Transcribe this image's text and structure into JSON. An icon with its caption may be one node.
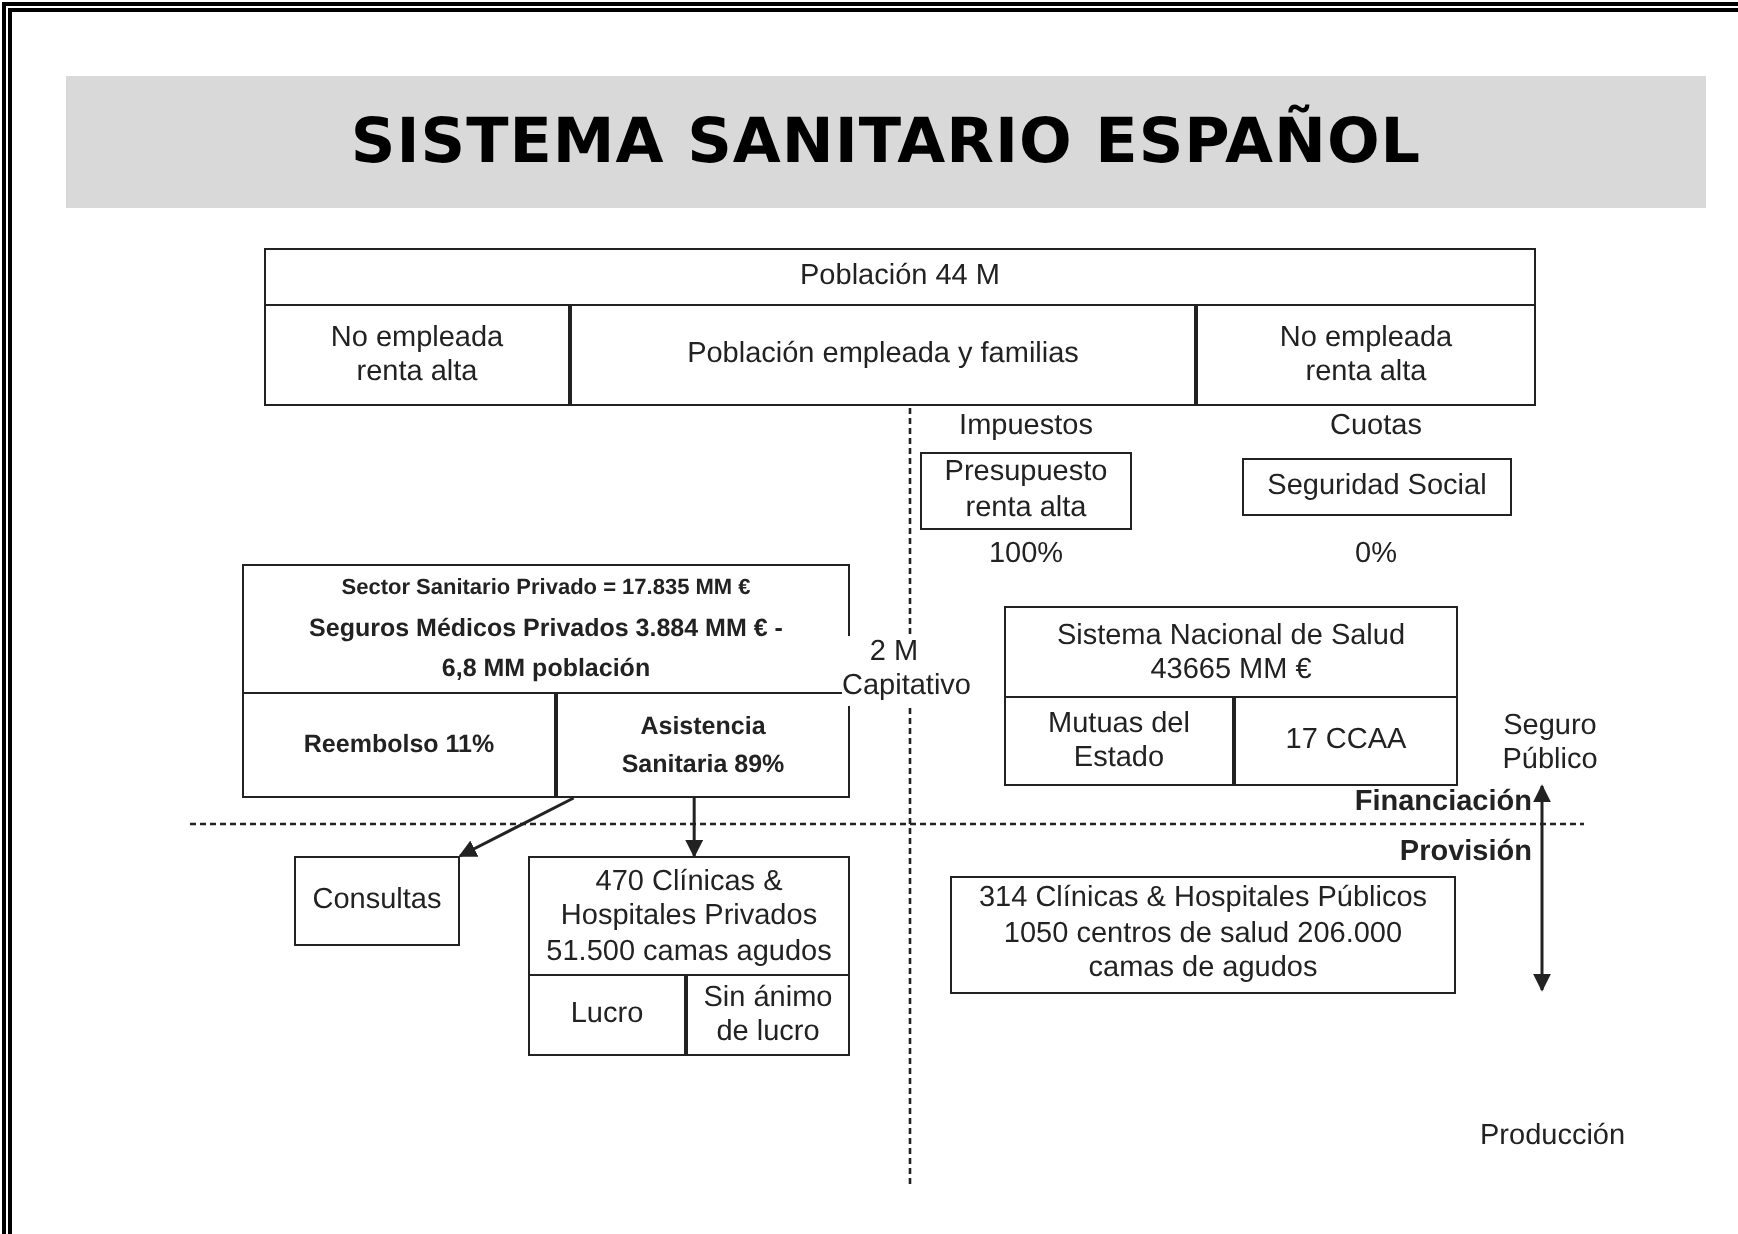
{
  "diagram": {
    "title": "SISTEMA SANITARIO ESPAÑOL",
    "nodes": [
      {
        "text": [
          "Población 44 M"
        ]
      },
      {
        "text": [
          "No empleada renta alta"
        ],
        "in": 0
      },
      {
        "text": [
          "Población empleada y familias"
        ],
        "in": 0
      },
      {
        "text": [
          "No empleada renta alta"
        ],
        "in": 0
      },
      {
        "text": [
          "Presupuesto renta alta"
        ]
      },
      {
        "text": [
          "Seguridad Social"
        ]
      },
      {
        "text": [
          "Sector Sanitario Privado = 17.835 MM €",
          "Seguros Médicos Privados 3.884 MM € - 6,8 MM población"
        ]
      },
      {
        "text": [
          "Reembolso 11%"
        ],
        "in": 6
      },
      {
        "text": [
          "Asistencia Sanitaria 89%"
        ],
        "in": 6
      },
      {
        "text": [
          "Sistema Nacional de Salud 43665 MM €"
        ]
      },
      {
        "text": [
          "Mutuas del Estado"
        ],
        "in": 9
      },
      {
        "text": [
          "17 CCAA"
        ],
        "in": 9
      },
      {
        "text": [
          "Consultas"
        ]
      },
      {
        "text": [
          "470 Clínicas & Hospitales Privados 51.500 camas agudos"
        ]
      },
      {
        "text": [
          "Lucro"
        ],
        "in": 13
      },
      {
        "text": [
          "Sin ánimo de lucro"
        ],
        "in": 13
      },
      {
        "text": [
          "314 Clínicas & Hospitales Públicos 1050 centros de salud 206.000 camas de agudos"
        ]
      }
    ],
    "edges": [
      {
        "from": 8,
        "to": 12,
        "arrow": "to"
      },
      {
        "from": 8,
        "to": 13,
        "arrow": "to"
      }
    ],
    "labels": [
      "Impuestos",
      "Cuotas",
      "100%",
      "0%",
      "2 M Capitativo",
      "Seguro Público",
      "Financiación",
      "Provisión",
      "Producción"
    ]
  }
}
